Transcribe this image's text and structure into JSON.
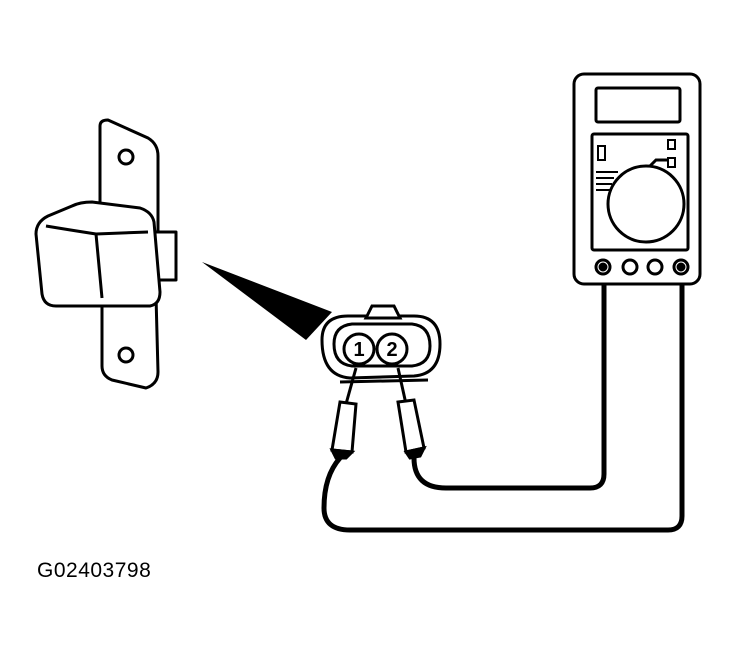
{
  "figure_id": "G02403798",
  "connector": {
    "pin1_label": "1",
    "pin2_label": "2"
  },
  "components": {
    "sensor": "sensor-module",
    "connector": "two-pin-connector",
    "meter": "digital-multimeter"
  },
  "colors": {
    "ink": "#000000",
    "paper": "#ffffff"
  }
}
